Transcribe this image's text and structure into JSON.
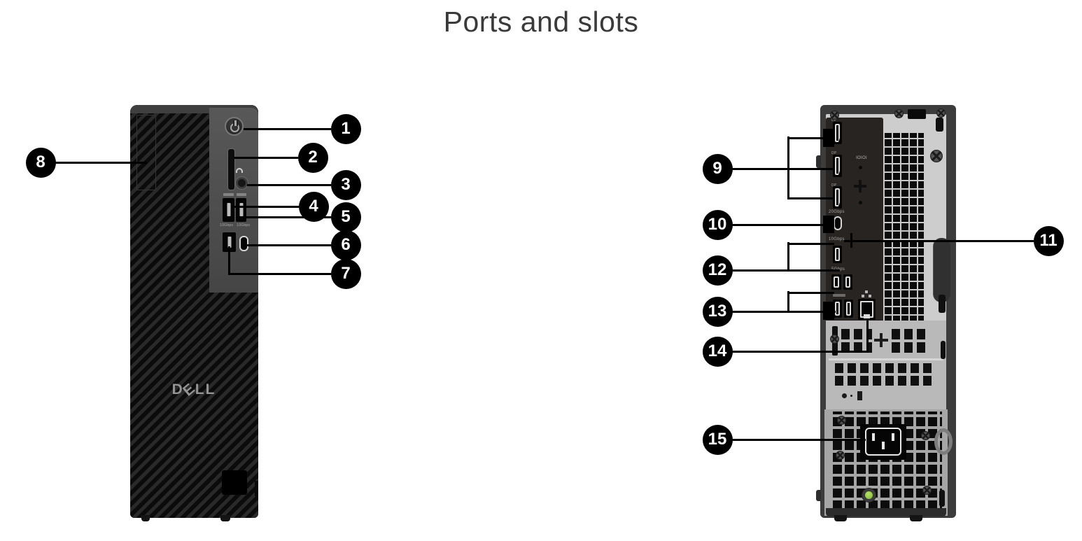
{
  "title": "Ports and slots",
  "front_view": {
    "brand_logo": {
      "d": "D",
      "e": "E",
      "ll": "LL"
    },
    "port_labels": {
      "usb_10gbps": "10Gbps"
    }
  },
  "back_view": {
    "serial_port_label": "IOIOI",
    "port_labels": {
      "displayport": "DP",
      "usb_c_20gbps": "20Gbps",
      "usb_a_10gbps": "10Gbps",
      "usb_a_5gbps": "5Gbps"
    }
  },
  "callouts": {
    "c1": "1",
    "c2": "2",
    "c3": "3",
    "c4": "4",
    "c5": "5",
    "c6": "6",
    "c7": "7",
    "c8": "8",
    "c9": "9",
    "c10": "10",
    "c11": "11",
    "c12": "12",
    "c13": "13",
    "c14": "14",
    "c15": "15"
  },
  "colors": {
    "callout_background": "#000000",
    "callout_number": "#ffffff",
    "power_led_green": "#8dc63f",
    "title_color": "#3a3a3a"
  }
}
